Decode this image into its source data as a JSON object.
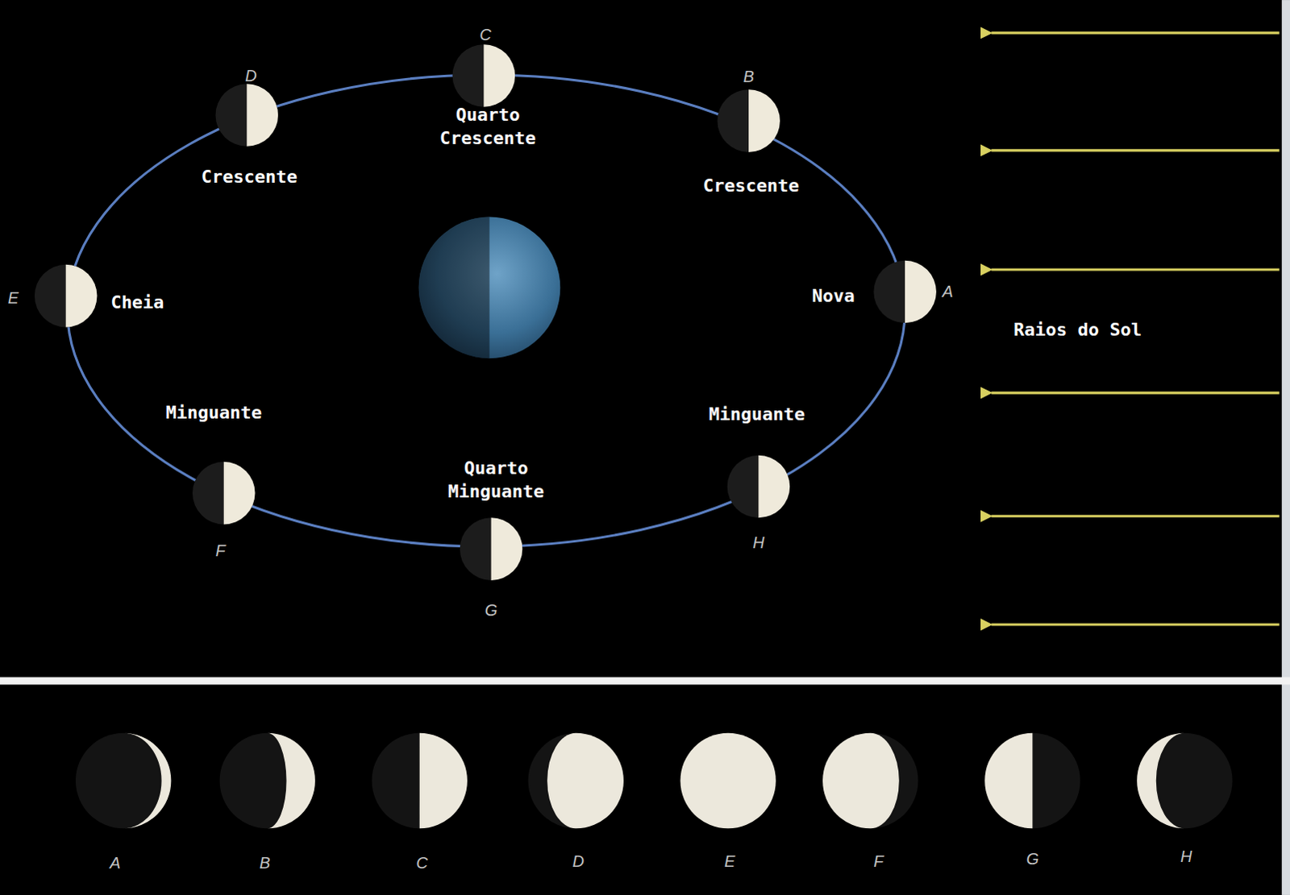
{
  "diagram": {
    "labels": [
      "C",
      "D",
      "B",
      "Quarto Crescente",
      "Crescente",
      "Crescente",
      "E",
      "Cheia",
      "Nova",
      "A",
      "Raios do Sol",
      "Minguante",
      "Minguante",
      "Quarto Minguante",
      "F",
      "H",
      "G",
      "A",
      "B",
      "C",
      "D",
      "E",
      "F",
      "G",
      "H"
    ]
  }
}
